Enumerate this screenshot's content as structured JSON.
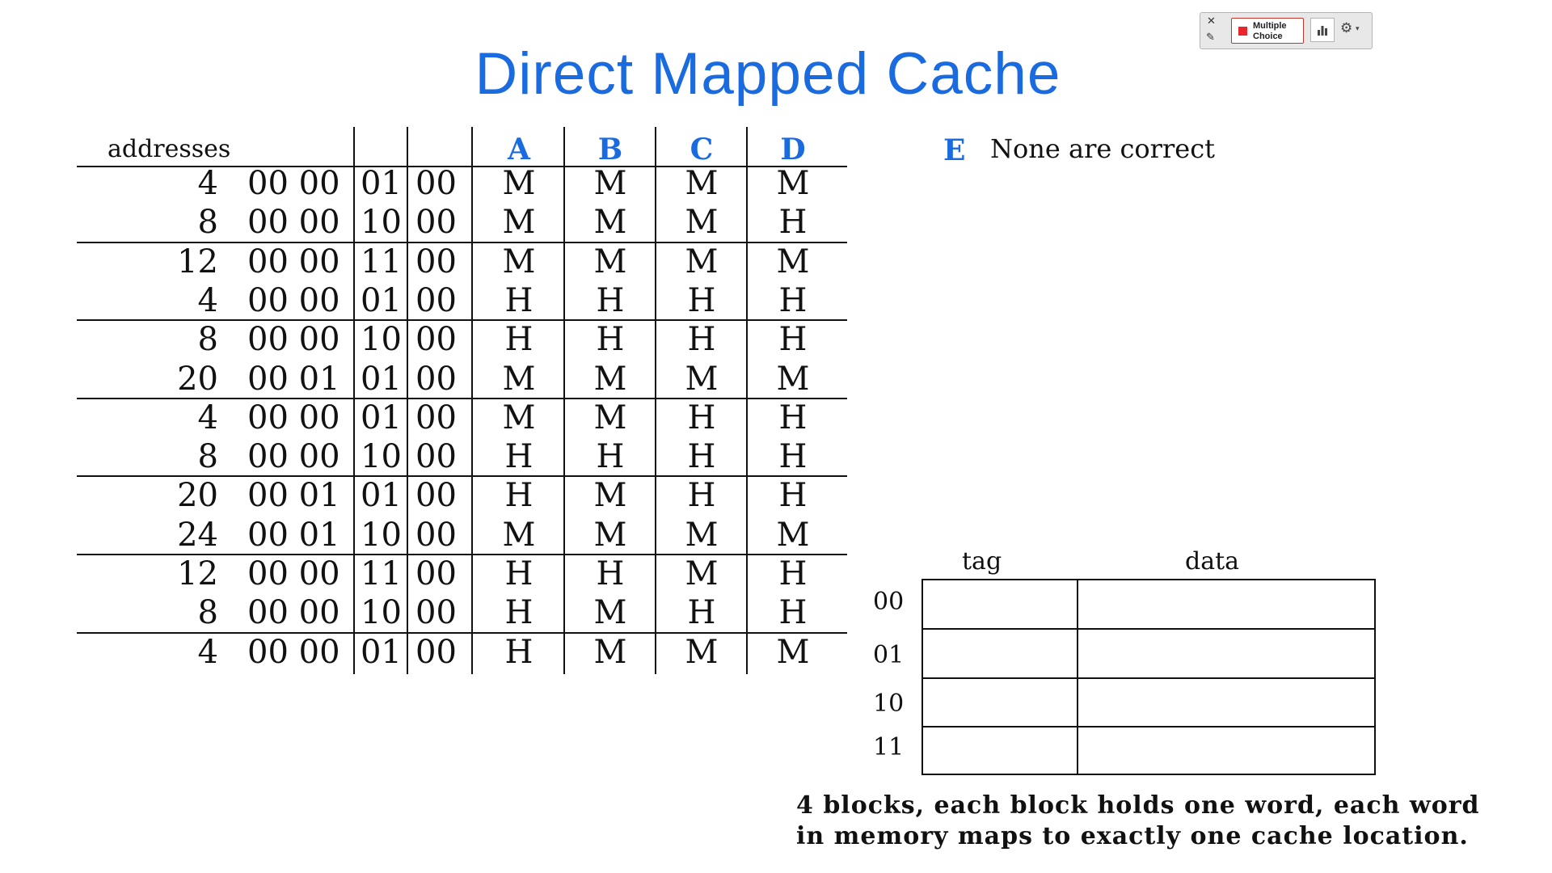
{
  "title": "Direct Mapped Cache",
  "toolbar": {
    "close_glyph": "✕",
    "edit_glyph": "✎",
    "mode_line1": "Multiple",
    "mode_line2": "Choice",
    "gear_glyph": "⚙",
    "caret_glyph": "▾"
  },
  "table": {
    "addresses_header": "addresses",
    "columns": [
      "A",
      "B",
      "C",
      "D"
    ],
    "rows": [
      {
        "addr": "4",
        "b1": "00 00",
        "b2": "01",
        "b3": "00",
        "ans": [
          "M",
          "M",
          "M",
          "M"
        ]
      },
      {
        "addr": "8",
        "b1": "00 00",
        "b2": "10",
        "b3": "00",
        "ans": [
          "M",
          "M",
          "M",
          "H"
        ]
      },
      {
        "addr": "12",
        "b1": "00 00",
        "b2": "11",
        "b3": "00",
        "ans": [
          "M",
          "M",
          "M",
          "M"
        ]
      },
      {
        "addr": "4",
        "b1": "00 00",
        "b2": "01",
        "b3": "00",
        "ans": [
          "H",
          "H",
          "H",
          "H"
        ]
      },
      {
        "addr": "8",
        "b1": "00 00",
        "b2": "10",
        "b3": "00",
        "ans": [
          "H",
          "H",
          "H",
          "H"
        ]
      },
      {
        "addr": "20",
        "b1": "00 01",
        "b2": "01",
        "b3": "00",
        "ans": [
          "M",
          "M",
          "M",
          "M"
        ]
      },
      {
        "addr": "4",
        "b1": "00 00",
        "b2": "01",
        "b3": "00",
        "ans": [
          "M",
          "M",
          "H",
          "H"
        ]
      },
      {
        "addr": "8",
        "b1": "00 00",
        "b2": "10",
        "b3": "00",
        "ans": [
          "H",
          "H",
          "H",
          "H"
        ]
      },
      {
        "addr": "20",
        "b1": "00 01",
        "b2": "01",
        "b3": "00",
        "ans": [
          "H",
          "M",
          "H",
          "H"
        ]
      },
      {
        "addr": "24",
        "b1": "00 01",
        "b2": "10",
        "b3": "00",
        "ans": [
          "M",
          "M",
          "M",
          "M"
        ]
      },
      {
        "addr": "12",
        "b1": "00 00",
        "b2": "11",
        "b3": "00",
        "ans": [
          "H",
          "H",
          "M",
          "H"
        ]
      },
      {
        "addr": "8",
        "b1": "00 00",
        "b2": "10",
        "b3": "00",
        "ans": [
          "H",
          "M",
          "H",
          "H"
        ]
      },
      {
        "addr": "4",
        "b1": "00 00",
        "b2": "01",
        "b3": "00",
        "ans": [
          "H",
          "M",
          "M",
          "M"
        ]
      }
    ]
  },
  "option_e": {
    "letter": "E",
    "text": "None are correct"
  },
  "cache": {
    "tag_header": "tag",
    "data_header": "data",
    "indices": [
      "00",
      "01",
      "10",
      "11"
    ]
  },
  "note": {
    "line1": "4 blocks, each block holds one word, each word",
    "line2": "in memory maps to exactly one cache location."
  },
  "colors": {
    "accent": "#1a6be0",
    "mode_red": "#e8262b"
  }
}
